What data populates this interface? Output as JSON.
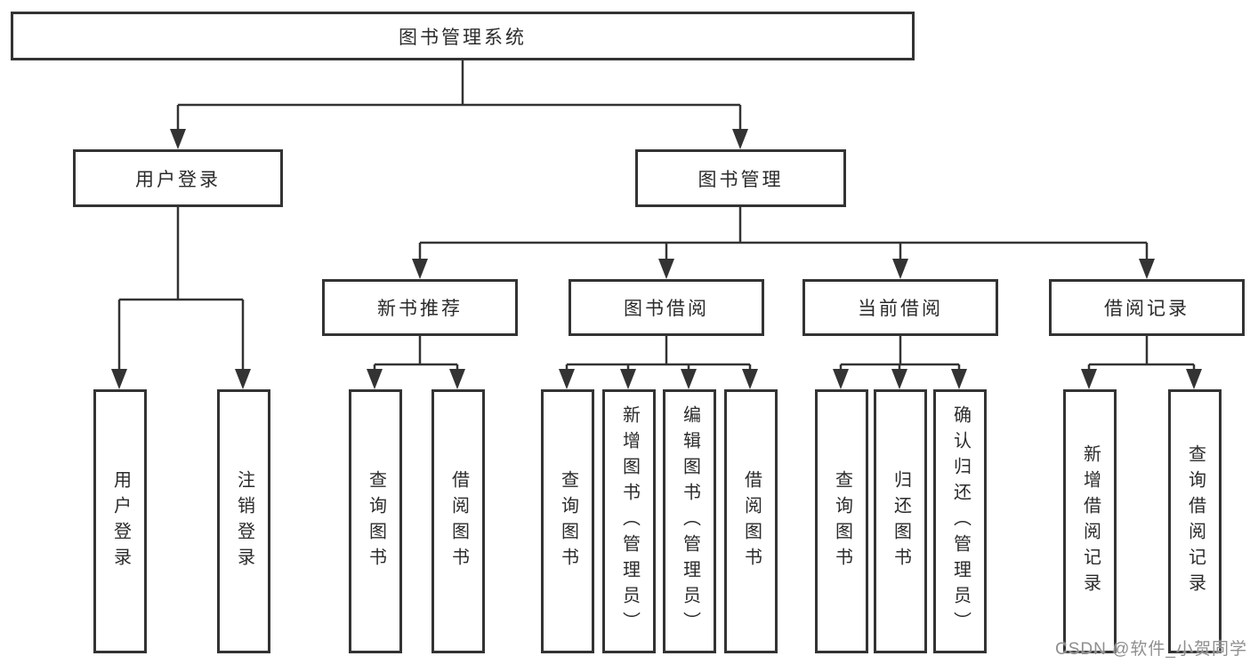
{
  "tree": {
    "root": {
      "label": "图书管理系统"
    },
    "children": [
      {
        "label": "用户登录",
        "children": [
          {
            "label": "用户登录"
          },
          {
            "label": "注销登录"
          }
        ]
      },
      {
        "label": "图书管理",
        "children": [
          {
            "label": "新书推荐",
            "children": [
              {
                "label": "查询图书"
              },
              {
                "label": "借阅图书"
              }
            ]
          },
          {
            "label": "图书借阅",
            "children": [
              {
                "label": "查询图书"
              },
              {
                "label": "新增图书（管理员）"
              },
              {
                "label": "编辑图书（管理员）"
              },
              {
                "label": "借阅图书"
              }
            ]
          },
          {
            "label": "当前借阅",
            "children": [
              {
                "label": "查询图书"
              },
              {
                "label": "归还图书"
              },
              {
                "label": "确认归还（管理员）"
              }
            ]
          },
          {
            "label": "借阅记录",
            "children": [
              {
                "label": "新增借阅记录"
              },
              {
                "label": "查询借阅记录"
              }
            ]
          }
        ]
      }
    ]
  },
  "watermark": {
    "text": "CSDN @软件_小贺同学"
  },
  "colors": {
    "line": "#333333",
    "box_border": "#333333",
    "text": "#2b2b2b",
    "background": "#ffffff",
    "watermark": "#8f8f8f"
  }
}
